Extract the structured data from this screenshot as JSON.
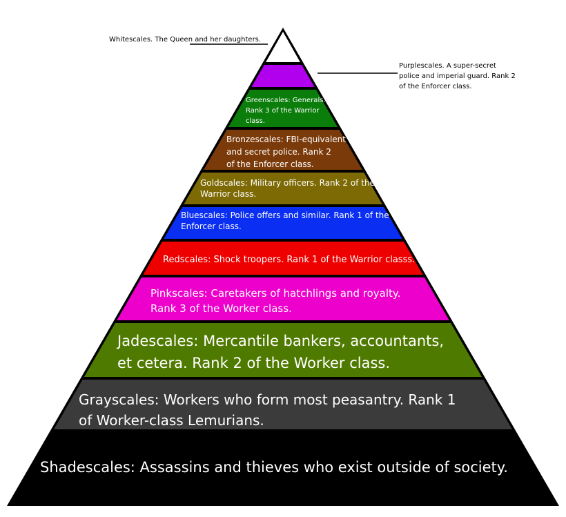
{
  "pyramid": {
    "tiers": [
      {
        "id": "white",
        "color": "#ffffff",
        "label": "Whitescales. The Queen and her daughters."
      },
      {
        "id": "purple",
        "color": "#b000ee",
        "label": "Purplescales. A super-secret\npolice and imperial guard. Rank 2\nof the Enforcer class."
      },
      {
        "id": "green",
        "color": "#0b7d0b",
        "label": "Greenscales: Generals.\nRank 3 of the Warrior\nclass."
      },
      {
        "id": "bronze",
        "color": "#7a3a0a",
        "label": "Bronzescales: FBI-equivalent\nand secret police. Rank 2\nof the Enforcer class."
      },
      {
        "id": "gold",
        "color": "#7d6a05",
        "label": "Goldscales: Military officers. Rank 2 of the\nWarrior class."
      },
      {
        "id": "blue",
        "color": "#0a2ef2",
        "label": "Bluescales: Police offers and similar. Rank 1 of the\nEnforcer class."
      },
      {
        "id": "red",
        "color": "#ee0000",
        "label": "Redscales: Shock troopers. Rank 1 of the Warrior classs."
      },
      {
        "id": "pink",
        "color": "#ee00cc",
        "label": "Pinkscales: Caretakers of hatchlings and royalty.\nRank 3 of the Worker class."
      },
      {
        "id": "jade",
        "color": "#4f7a00",
        "label": "Jadescales: Mercantile bankers, accountants,\net cetera. Rank 2 of the Worker class."
      },
      {
        "id": "gray",
        "color": "#3b3b3b",
        "label": "Grayscales: Workers who form most peasantry. Rank 1\nof Worker-class Lemurians."
      },
      {
        "id": "shade",
        "color": "#000000",
        "label": "Shadescales: Assassins and thieves who exist outside of society."
      }
    ]
  }
}
